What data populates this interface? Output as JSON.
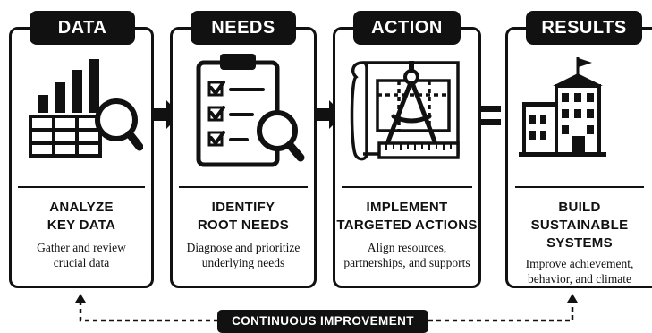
{
  "stages": [
    {
      "tag": "DATA",
      "icon": "bar-chart-magnifier-icon",
      "heading": "ANALYZE\nKEY DATA",
      "description": "Gather and review\ncrucial data"
    },
    {
      "tag": "NEEDS",
      "icon": "clipboard-checklist-icon",
      "heading": "IDENTIFY\nROOT NEEDS",
      "description": "Diagnose and prioritize\nunderlying needs"
    },
    {
      "tag": "ACTION",
      "icon": "blueprint-compass-icon",
      "heading": "IMPLEMENT\nTARGETED ACTIONS",
      "description": "Align resources,\npartnerships, and supports"
    },
    {
      "tag": "RESULTS",
      "icon": "school-building-icon",
      "heading": "BUILD\nSUSTAINABLE\nSYSTEMS",
      "description": "Improve achievement,\nbehavior, and climate"
    }
  ],
  "connectors": [
    "arrow-right-icon",
    "arrow-right-icon",
    "equals-icon"
  ],
  "loop": {
    "label": "CONTINUOUS IMPROVEMENT"
  },
  "colors": {
    "ink": "#111111",
    "background": "#ffffff"
  }
}
